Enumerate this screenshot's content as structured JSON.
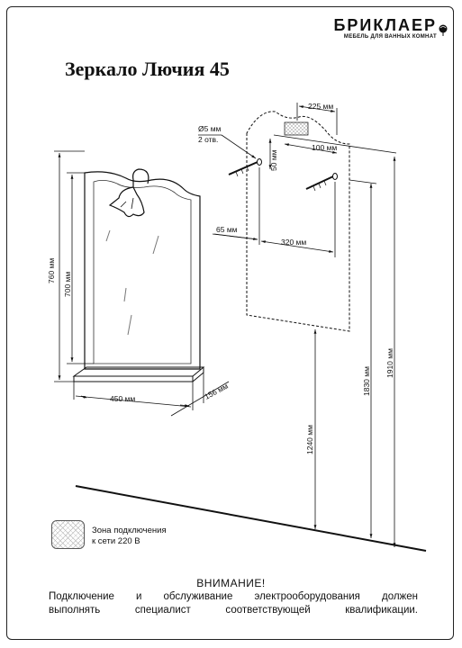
{
  "brand": {
    "name": "БРИКЛАЕР",
    "tagline": "МЕБЕЛЬ ДЛЯ ВАННЫХ КОМНАТ"
  },
  "title": "Зеркало Лючия 45",
  "dimensions": {
    "hole_diameter": "Ø5 мм",
    "hole_count": "2 отв.",
    "top_zone_width": "225 мм",
    "zone_offset": "50 мм",
    "zone_width_small": "100 мм",
    "side_offset": "65 мм",
    "hole_spacing": "320 мм",
    "mirror_height_total": "760 мм",
    "mirror_height_glass": "700 мм",
    "shelf_width": "450 мм",
    "shelf_depth": "156 мм",
    "height_1240": "1240 мм",
    "height_1830": "1830 мм",
    "height_1910": "1910 мм"
  },
  "legend": {
    "line1": "Зона подключения",
    "line2": "к сети 220 В"
  },
  "warning": {
    "title": "ВНИМАНИЕ!",
    "line1": "Подключение и обслуживание электрооборудования должен",
    "line2": "выполнять специалист соответствующей квалификации."
  }
}
